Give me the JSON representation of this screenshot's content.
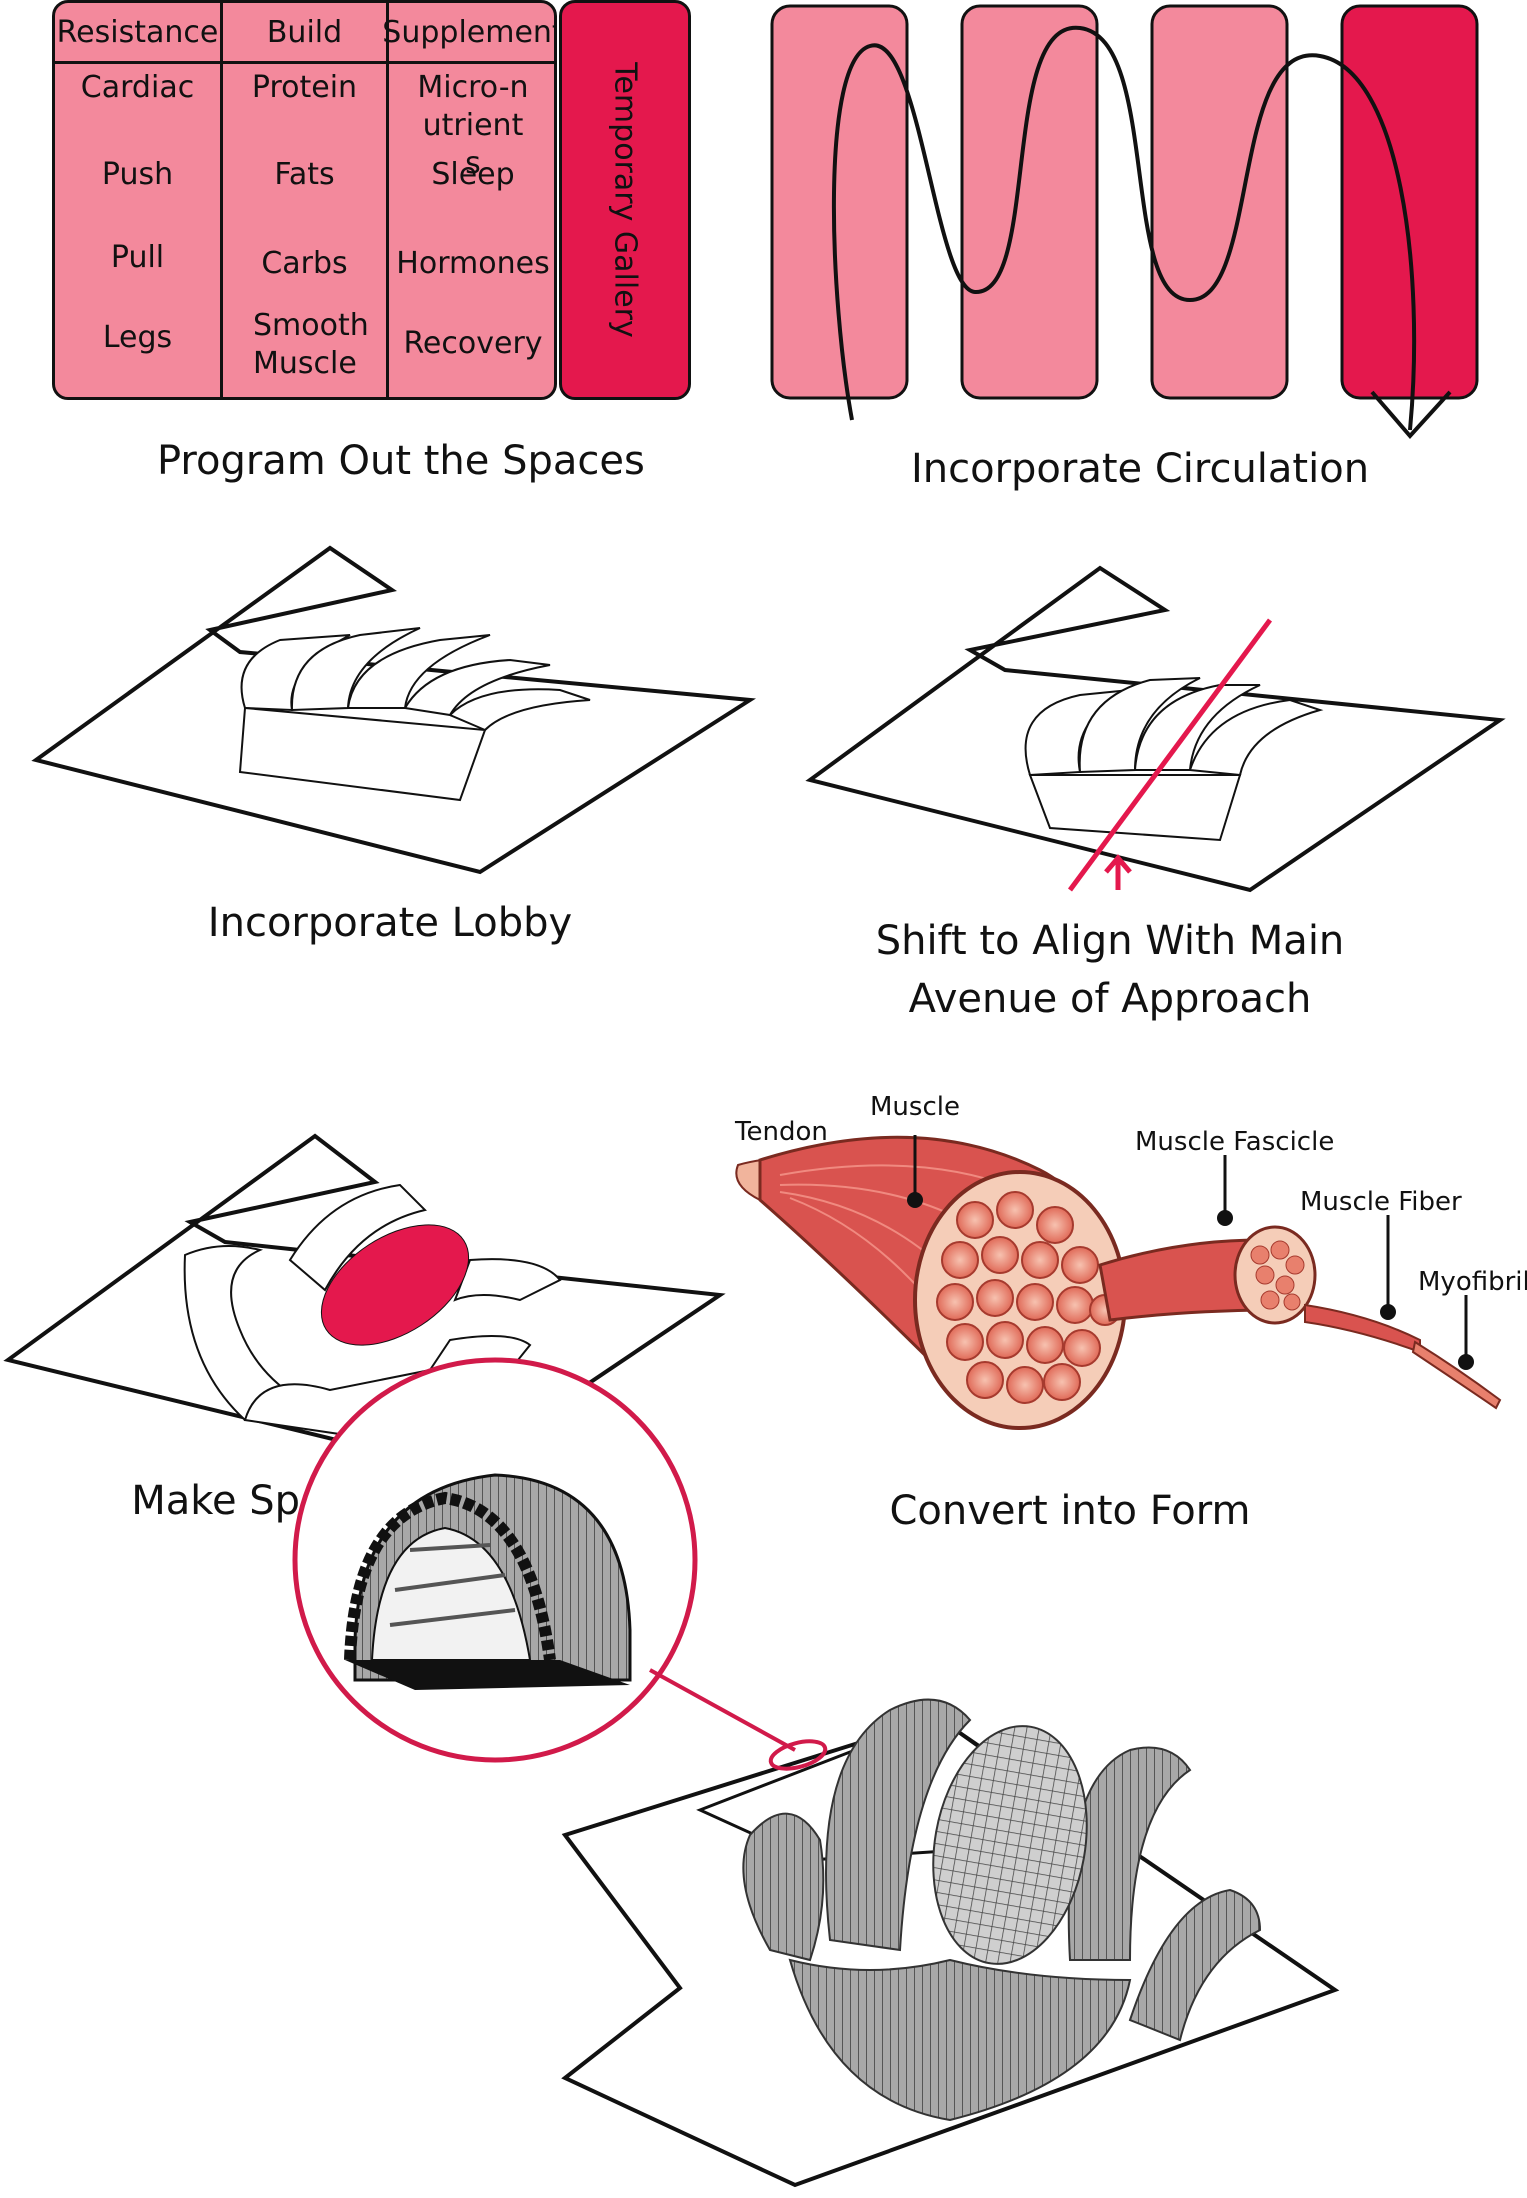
{
  "colors": {
    "pink": "#f3899c",
    "accent": "#e4184d",
    "outline": "#111111",
    "muscle": "#d9534f"
  },
  "program": {
    "columns": [
      {
        "header": "Resistance",
        "items": [
          "Cardiac",
          "Push",
          "Pull",
          "Legs"
        ]
      },
      {
        "header": "Build",
        "items": [
          "Protein",
          "Fats",
          "Carbs",
          "Smooth Muscle"
        ]
      },
      {
        "header": "Supplement",
        "items": [
          "Micro-nutrients",
          "Sleep",
          "Hormones",
          "Recovery"
        ]
      }
    ],
    "gallery_label": "Temporary Gallery",
    "caption": "Program Out the Spaces"
  },
  "circulation": {
    "caption": "Incorporate Circulation"
  },
  "lobby": {
    "caption": "Incorporate Lobby"
  },
  "shift": {
    "caption": "Shift to Align With Main Avenue of Approach"
  },
  "gym": {
    "caption": "Make Space of Gym"
  },
  "form": {
    "caption": "Convert into Form",
    "labels": {
      "tendon": "Tendon",
      "muscle": "Muscle",
      "fascicle": "Muscle Fascicle",
      "fiber": "Muscle Fiber",
      "myofibril": "Myofibril"
    }
  },
  "final": {
    "icon": "ribbed-structure-render"
  }
}
